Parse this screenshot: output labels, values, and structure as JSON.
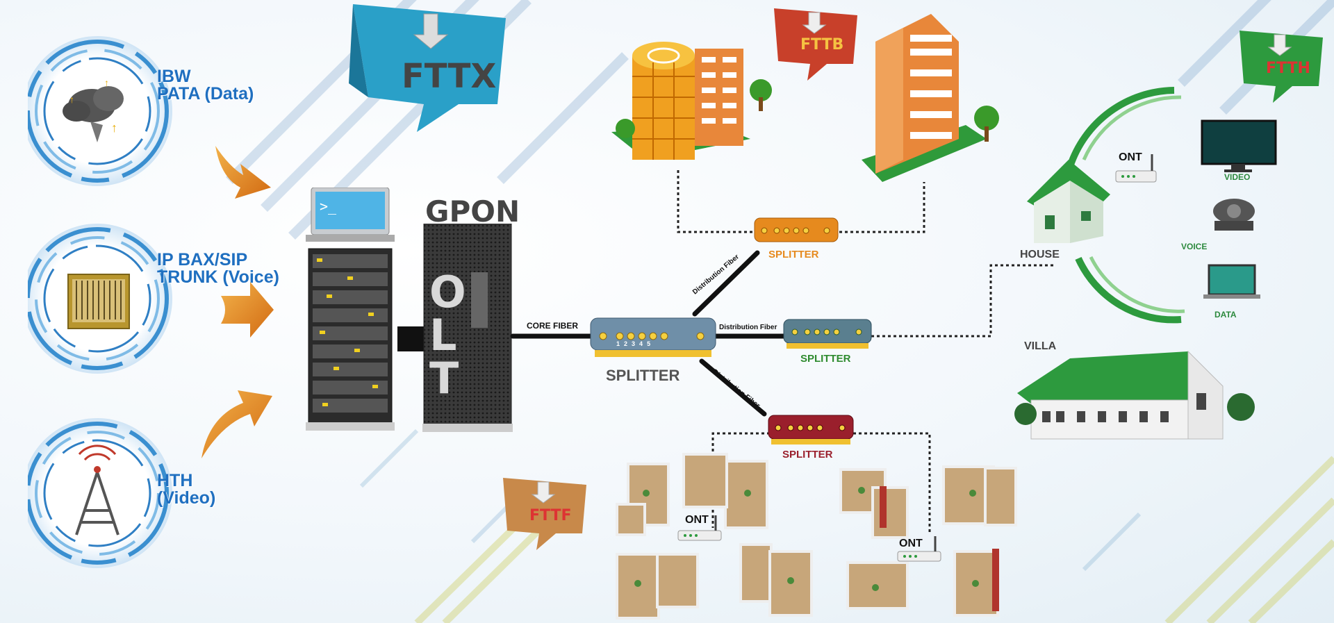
{
  "sources": [
    {
      "line1": "IBW",
      "line2": "PATA (Data)"
    },
    {
      "line1": "IP BAX/SIP",
      "line2": "TRUNK (Voice)"
    },
    {
      "line1": "HTH",
      "line2": "(Video)"
    }
  ],
  "ribbons": {
    "fttx": "FTTX",
    "fttb": "FTTB",
    "ftth": "FTTH",
    "fttf": "FTTF"
  },
  "olt": {
    "gpon": "GPON",
    "olt_letters": [
      "O",
      "L",
      "T"
    ]
  },
  "fibers": {
    "core": "CORE FIBER",
    "distribution_upper": "Distribution Fiber",
    "distribution_middle": "Distribution Fiber",
    "distribution_lower": "Distribution Fiber"
  },
  "splitters": {
    "main": "SPLITTER",
    "top": "SPLITTER",
    "middle": "SPLITTER",
    "bottom": "SPLITTER",
    "port_numbers": [
      "1",
      "2",
      "3",
      "4",
      "5"
    ]
  },
  "home": {
    "house": "HOUSE",
    "villa": "VILLA",
    "ont": "ONT",
    "services": [
      "VIDEO",
      "VOICE",
      "DATA"
    ]
  },
  "apartments": {
    "ont_left": "ONT",
    "ont_right": "ONT"
  },
  "colors": {
    "source_label": "#1f6fc0",
    "splitter_orange": "#e68a1e",
    "splitter_green": "#2e8b2e",
    "splitter_maroon": "#9a1f2c",
    "ftth_green": "#2d9a3e",
    "fttb_red": "#c8402a",
    "fttx_teal": "#2aa0c8"
  }
}
